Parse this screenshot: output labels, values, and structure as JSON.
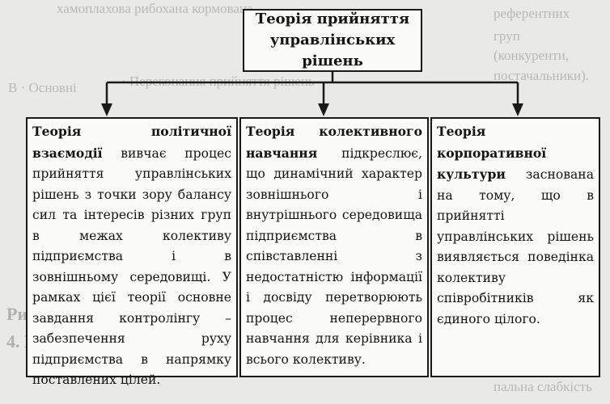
{
  "top": {
    "title": "Теорія прийняття управлінських рішень"
  },
  "theories": [
    {
      "heading": "Теорія політичної взаємодії",
      "text": " вивчає процес прийняття управлінських рішень з точки зору балансу сил та інтересів різних груп в межах колективу підприємства і в зовнішньому середовищі. У рамках цієї теорії основне завдання контролінгу – забезпечення руху підприємства в напрямку поставлених цілей."
    },
    {
      "heading": "Теорія колективного навчання",
      "text": " підкреслює, що динамічний характер зовнішнього і внутрішнього середовища підприємства в співставленні з недостатністю інформації і досвіду перетворюють процес неперервного навчання для керівника і всього колективу."
    },
    {
      "heading": "Теорія корпоративної культури",
      "text": " заснована на тому, що в прийнятті управлінських рішень виявляється поведінка колективу співробітників як єдиного цілого."
    }
  ]
}
